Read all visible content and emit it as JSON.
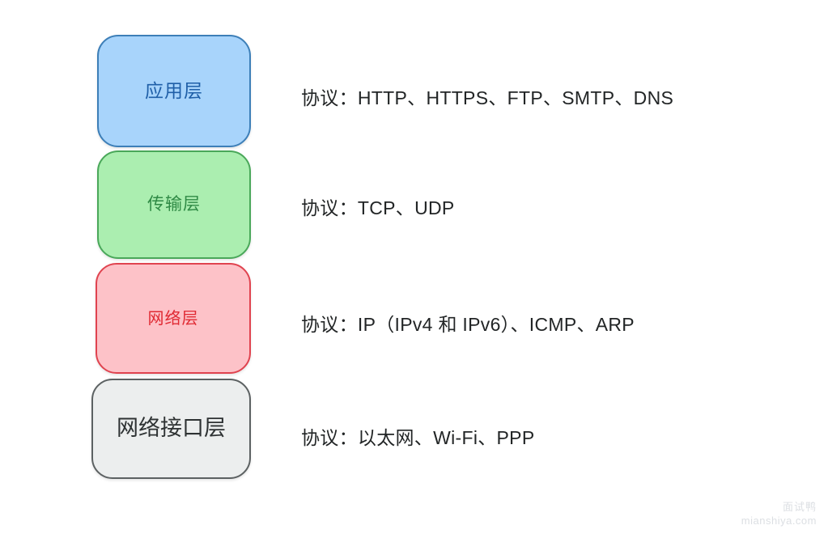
{
  "diagram": {
    "type": "layered-stack",
    "background_color": "#ffffff",
    "layers": [
      {
        "name": "application-layer",
        "label": "应用层",
        "fill_color": "#a8d4fb",
        "border_color": "#3d7fb8",
        "text_color": "#1f5fa8",
        "protocols_line": "协议：HTTP、HTTPS、FTP、SMTP、DNS"
      },
      {
        "name": "transport-layer",
        "label": "传输层",
        "fill_color": "#abeeb0",
        "border_color": "#4aa85a",
        "text_color": "#2f8a45",
        "protocols_line": "协议：TCP、UDP"
      },
      {
        "name": "network-layer",
        "label": "网络层",
        "fill_color": "#fdc2c8",
        "border_color": "#e0434f",
        "text_color": "#e02a33",
        "protocols_line": "协议：IP（IPv4 和 IPv6）、ICMP、ARP"
      },
      {
        "name": "network-interface-layer",
        "label": "网络接口层",
        "fill_color": "#eceeee",
        "border_color": "#5c6162",
        "text_color": "#2e3233",
        "protocols_line": "协议：以太网、Wi-Fi、PPP"
      }
    ]
  },
  "watermark": {
    "brand": "面试鸭",
    "url": "mianshiya.com",
    "color": "#dcdfe3"
  }
}
